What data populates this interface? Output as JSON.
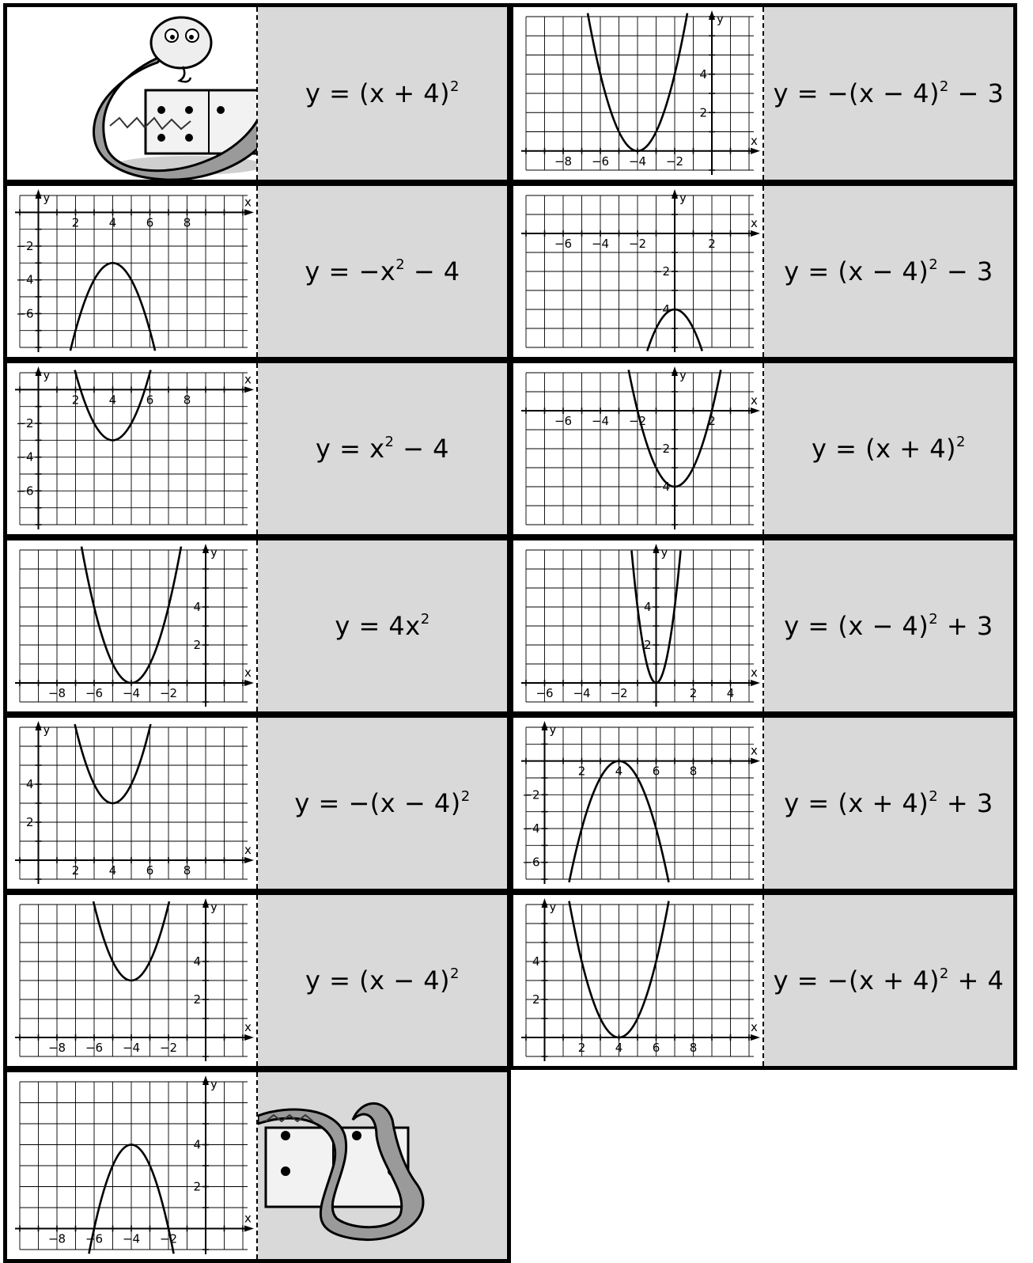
{
  "graph_labels": {
    "x": "x",
    "y": "y"
  },
  "dominoes": [
    {
      "left": {
        "type": "snake-start"
      },
      "equation": {
        "lhs": "y = (x + 4)",
        "exp": "2",
        "tail": ""
      }
    },
    {
      "left": {
        "type": "graph",
        "variant": "A",
        "xmin": -10,
        "xmax": 2,
        "ymin": -1,
        "ymax": 7,
        "curve": {
          "a": 1,
          "h": -4,
          "k": 0
        },
        "x_ticks": [
          "−8",
          "−6",
          "−4",
          "−2"
        ],
        "y_ticks": [
          "2",
          "4"
        ]
      },
      "equation": {
        "lhs": "y = −(x − 4)",
        "exp": "2",
        "tail": " − 3"
      }
    },
    {
      "left": {
        "type": "graph",
        "variant": "B",
        "xmin": -1,
        "xmax": 11,
        "ymin": -8,
        "ymax": 1,
        "curve": {
          "a": -1,
          "h": 4,
          "k": -3
        },
        "x_ticks": [
          "2",
          "4",
          "6",
          "8"
        ],
        "y_ticks": [
          "−2",
          "−4",
          "−6"
        ]
      },
      "equation": {
        "lhs": "y = −x",
        "exp": "2",
        "tail": " − 4"
      }
    },
    {
      "left": {
        "type": "graph",
        "variant": "B",
        "xmin": -8,
        "xmax": 4,
        "ymin": -6,
        "ymax": 2,
        "curve": {
          "a": -1,
          "h": 0,
          "k": -4
        },
        "x_ticks": [
          "−6",
          "−4",
          "−2",
          "2"
        ],
        "y_ticks": [
          "−2",
          "−4"
        ]
      },
      "equation": {
        "lhs": "y = (x − 4)",
        "exp": "2",
        "tail": " − 3"
      }
    },
    {
      "left": {
        "type": "graph",
        "variant": "B",
        "xmin": -1,
        "xmax": 11,
        "ymin": -8,
        "ymax": 1,
        "curve": {
          "a": 1,
          "h": 4,
          "k": -3
        },
        "x_ticks": [
          "2",
          "4",
          "6",
          "8"
        ],
        "y_ticks": [
          "−2",
          "−4",
          "−6"
        ]
      },
      "equation": {
        "lhs": "y = x",
        "exp": "2",
        "tail": " − 4"
      }
    },
    {
      "left": {
        "type": "graph",
        "variant": "B",
        "xmin": -8,
        "xmax": 4,
        "ymin": -6,
        "ymax": 2,
        "curve": {
          "a": 1,
          "h": 0,
          "k": -4
        },
        "x_ticks": [
          "−6",
          "−4",
          "−2",
          "2"
        ],
        "y_ticks": [
          "−2",
          "−4"
        ]
      },
      "equation": {
        "lhs": "y = (x + 4)",
        "exp": "2",
        "tail": ""
      }
    },
    {
      "left": {
        "type": "graph",
        "variant": "A",
        "xmin": -10,
        "xmax": 2,
        "ymin": -1,
        "ymax": 7,
        "curve": {
          "a": 1,
          "h": -4,
          "k": 0
        },
        "x_ticks": [
          "−8",
          "−6",
          "−4",
          "−2"
        ],
        "y_ticks": [
          "2",
          "4"
        ]
      },
      "equation": {
        "lhs": "y = 4x",
        "exp": "2",
        "tail": ""
      }
    },
    {
      "left": {
        "type": "graph",
        "variant": "C",
        "xmin": -7,
        "xmax": 5,
        "ymin": -1,
        "ymax": 7,
        "curve": {
          "a": 4,
          "h": 0,
          "k": 0
        },
        "x_ticks": [
          "−6",
          "−4",
          "−2",
          "2",
          "4"
        ],
        "y_ticks": [
          "2",
          "4"
        ]
      },
      "equation": {
        "lhs": "y = (x − 4)",
        "exp": "2",
        "tail": " + 3"
      }
    },
    {
      "left": {
        "type": "graph",
        "variant": "D",
        "xmin": -1,
        "xmax": 11,
        "ymin": -1,
        "ymax": 7,
        "curve": {
          "a": 1,
          "h": 4,
          "k": 3
        },
        "x_ticks": [
          "2",
          "4",
          "6",
          "8"
        ],
        "y_ticks": [
          "2",
          "4"
        ]
      },
      "equation": {
        "lhs": "y = −(x − 4)",
        "exp": "2",
        "tail": ""
      }
    },
    {
      "left": {
        "type": "graph",
        "variant": "B",
        "xmin": -1,
        "xmax": 11,
        "ymin": -7,
        "ymax": 2,
        "curve": {
          "a": -1,
          "h": 4,
          "k": 0
        },
        "x_ticks": [
          "2",
          "4",
          "6",
          "8"
        ],
        "y_ticks": [
          "−2",
          "−4",
          "−6"
        ]
      },
      "equation": {
        "lhs": "y = (x + 4)",
        "exp": "2",
        "tail": " + 3"
      }
    },
    {
      "left": {
        "type": "graph",
        "variant": "A",
        "xmin": -10,
        "xmax": 2,
        "ymin": -1,
        "ymax": 7,
        "curve": {
          "a": 1,
          "h": -4,
          "k": 3
        },
        "x_ticks": [
          "−8",
          "−6",
          "−4",
          "−2"
        ],
        "y_ticks": [
          "2",
          "4"
        ]
      },
      "equation": {
        "lhs": "y = (x − 4)",
        "exp": "2",
        "tail": ""
      }
    },
    {
      "left": {
        "type": "graph",
        "variant": "D",
        "xmin": -1,
        "xmax": 11,
        "ymin": -1,
        "ymax": 7,
        "curve": {
          "a": 1,
          "h": 4,
          "k": 0
        },
        "x_ticks": [
          "2",
          "4",
          "6",
          "8"
        ],
        "y_ticks": [
          "2",
          "4"
        ]
      },
      "equation": {
        "lhs": "y = −(x + 4)",
        "exp": "2",
        "tail": " + 4"
      }
    },
    {
      "left": {
        "type": "graph",
        "variant": "A",
        "xmin": -10,
        "xmax": 2,
        "ymin": -1,
        "ymax": 7,
        "curve": {
          "a": -1,
          "h": -4,
          "k": 4
        },
        "x_ticks": [
          "−8",
          "−6",
          "−4",
          "−2"
        ],
        "y_ticks": [
          "2",
          "4"
        ]
      },
      "equation": {
        "lhs": "",
        "exp": "",
        "tail": ""
      },
      "right": {
        "type": "snake-end"
      }
    }
  ],
  "colors": {
    "card_bg": "#ffffff",
    "equation_bg": "#d9d9d9",
    "border": "#000000"
  }
}
